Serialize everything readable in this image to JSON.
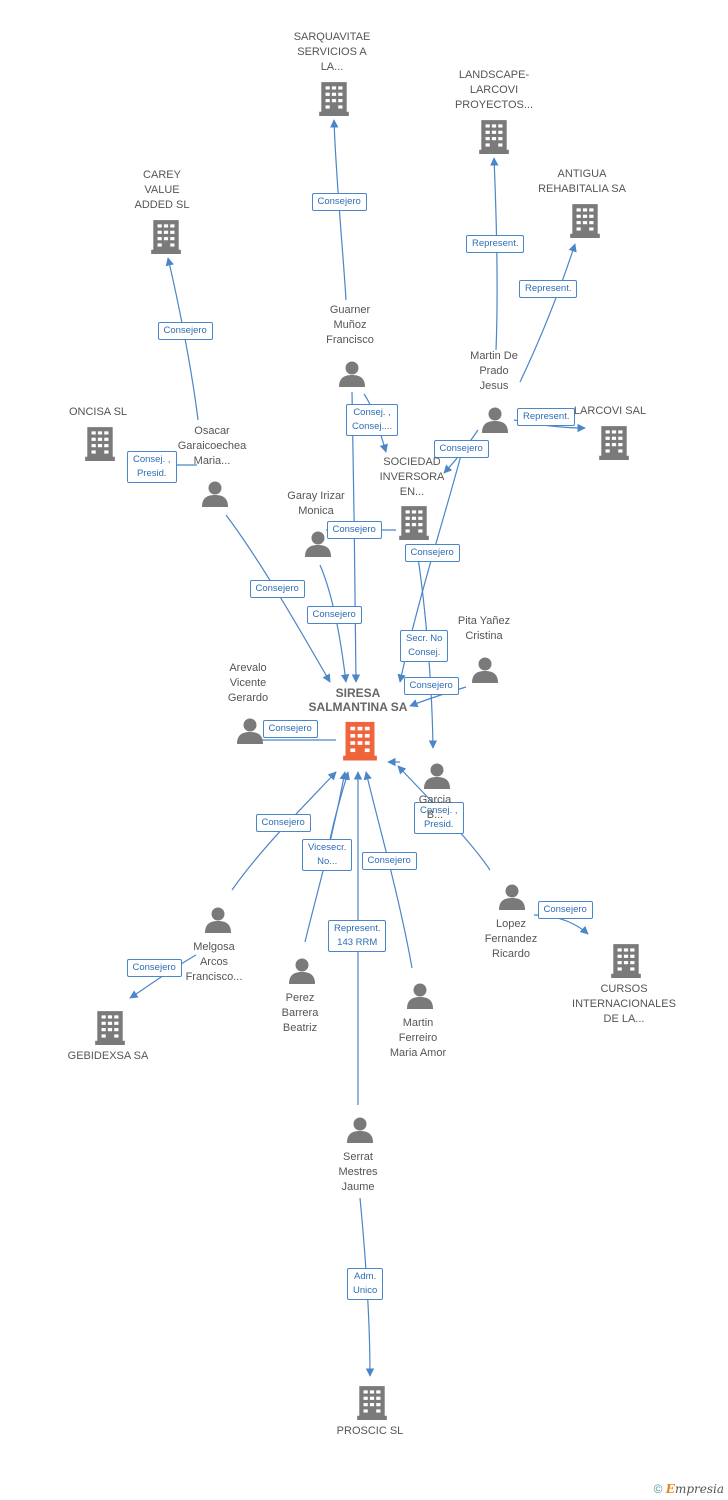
{
  "colors": {
    "edge": "#4a86c8",
    "node": "#7a7a7a",
    "center": "#f0643c",
    "label": "#555555"
  },
  "center": {
    "name": "SIRESA\nSALMANTINA SA"
  },
  "companies": [
    {
      "id": "sarquavitae",
      "name": "SARQUAVITAE\nSERVICIOS A\nLA..."
    },
    {
      "id": "landscape",
      "name": "LANDSCAPE-\nLARCOVI\nPROYECTOS..."
    },
    {
      "id": "carey",
      "name": "CAREY\nVALUE\nADDED SL"
    },
    {
      "id": "antigua",
      "name": "ANTIGUA\nREHABITALIA SA"
    },
    {
      "id": "oncisa",
      "name": "ONCISA SL"
    },
    {
      "id": "larcovi",
      "name": "LARCOVI SAL"
    },
    {
      "id": "sociedad",
      "name": "SOCIEDAD\nINVERSORA\nEN..."
    },
    {
      "id": "gebidexsa",
      "name": "GEBIDEXSA SA"
    },
    {
      "id": "cursos",
      "name": "CURSOS\nINTERNACIONALES\nDE LA..."
    },
    {
      "id": "proscic",
      "name": "PROSCIC SL"
    }
  ],
  "people": [
    {
      "id": "guarner",
      "name": "Guarner\nMuñoz\nFrancisco"
    },
    {
      "id": "martin_prado",
      "name": "Martin De\nPrado\nJesus"
    },
    {
      "id": "osacar",
      "name": "Osacar\nGaraicoechea\nMaria..."
    },
    {
      "id": "garay",
      "name": "Garay Irizar\nMonica"
    },
    {
      "id": "pita",
      "name": "Pita Yañez\nCristina"
    },
    {
      "id": "arevalo",
      "name": "Arevalo\nVicente\nGerardo"
    },
    {
      "id": "garcia",
      "name": "Garcia\nB..."
    },
    {
      "id": "lopez",
      "name": "Lopez\nFernandez\nRicardo"
    },
    {
      "id": "melgosa",
      "name": "Melgosa\nArcos\nFrancisco..."
    },
    {
      "id": "perez",
      "name": "Perez\nBarrera\nBeatriz"
    },
    {
      "id": "martin_ferreiro",
      "name": "Martin\nFerreiro\nMaria Amor"
    },
    {
      "id": "serrat",
      "name": "Serrat\nMestres\nJaume"
    }
  ],
  "relations": [
    {
      "id": "r1",
      "label": "Consejero"
    },
    {
      "id": "r2",
      "label": "Represent."
    },
    {
      "id": "r3",
      "label": "Represent."
    },
    {
      "id": "r4",
      "label": "Consejero"
    },
    {
      "id": "r5",
      "label": "Consej. ,\nConsej...."
    },
    {
      "id": "r6",
      "label": "Represent."
    },
    {
      "id": "r7",
      "label": "Consejero"
    },
    {
      "id": "r8",
      "label": "Consej. ,\nPresid."
    },
    {
      "id": "r9",
      "label": "Consejero"
    },
    {
      "id": "r10",
      "label": "Consejero"
    },
    {
      "id": "r11",
      "label": "Consejero"
    },
    {
      "id": "r12",
      "label": "Consejero"
    },
    {
      "id": "r13",
      "label": "Secr. No\nConsej."
    },
    {
      "id": "r14",
      "label": "Consejero"
    },
    {
      "id": "r15",
      "label": "Consejero"
    },
    {
      "id": "r16",
      "label": "Consejero"
    },
    {
      "id": "r17",
      "label": "Vicesecr.\nNo..."
    },
    {
      "id": "r18",
      "label": "Consejero"
    },
    {
      "id": "r19",
      "label": "Consej. ,\nPresid."
    },
    {
      "id": "r20",
      "label": "Consejero"
    },
    {
      "id": "r21",
      "label": "Consejero"
    },
    {
      "id": "r22",
      "label": "Represent.\n143 RRM"
    },
    {
      "id": "r23",
      "label": "Adm.\nUnico"
    }
  ],
  "footer": {
    "copyright": "©",
    "brand_initial": "E",
    "brand_rest": "mpresia"
  }
}
